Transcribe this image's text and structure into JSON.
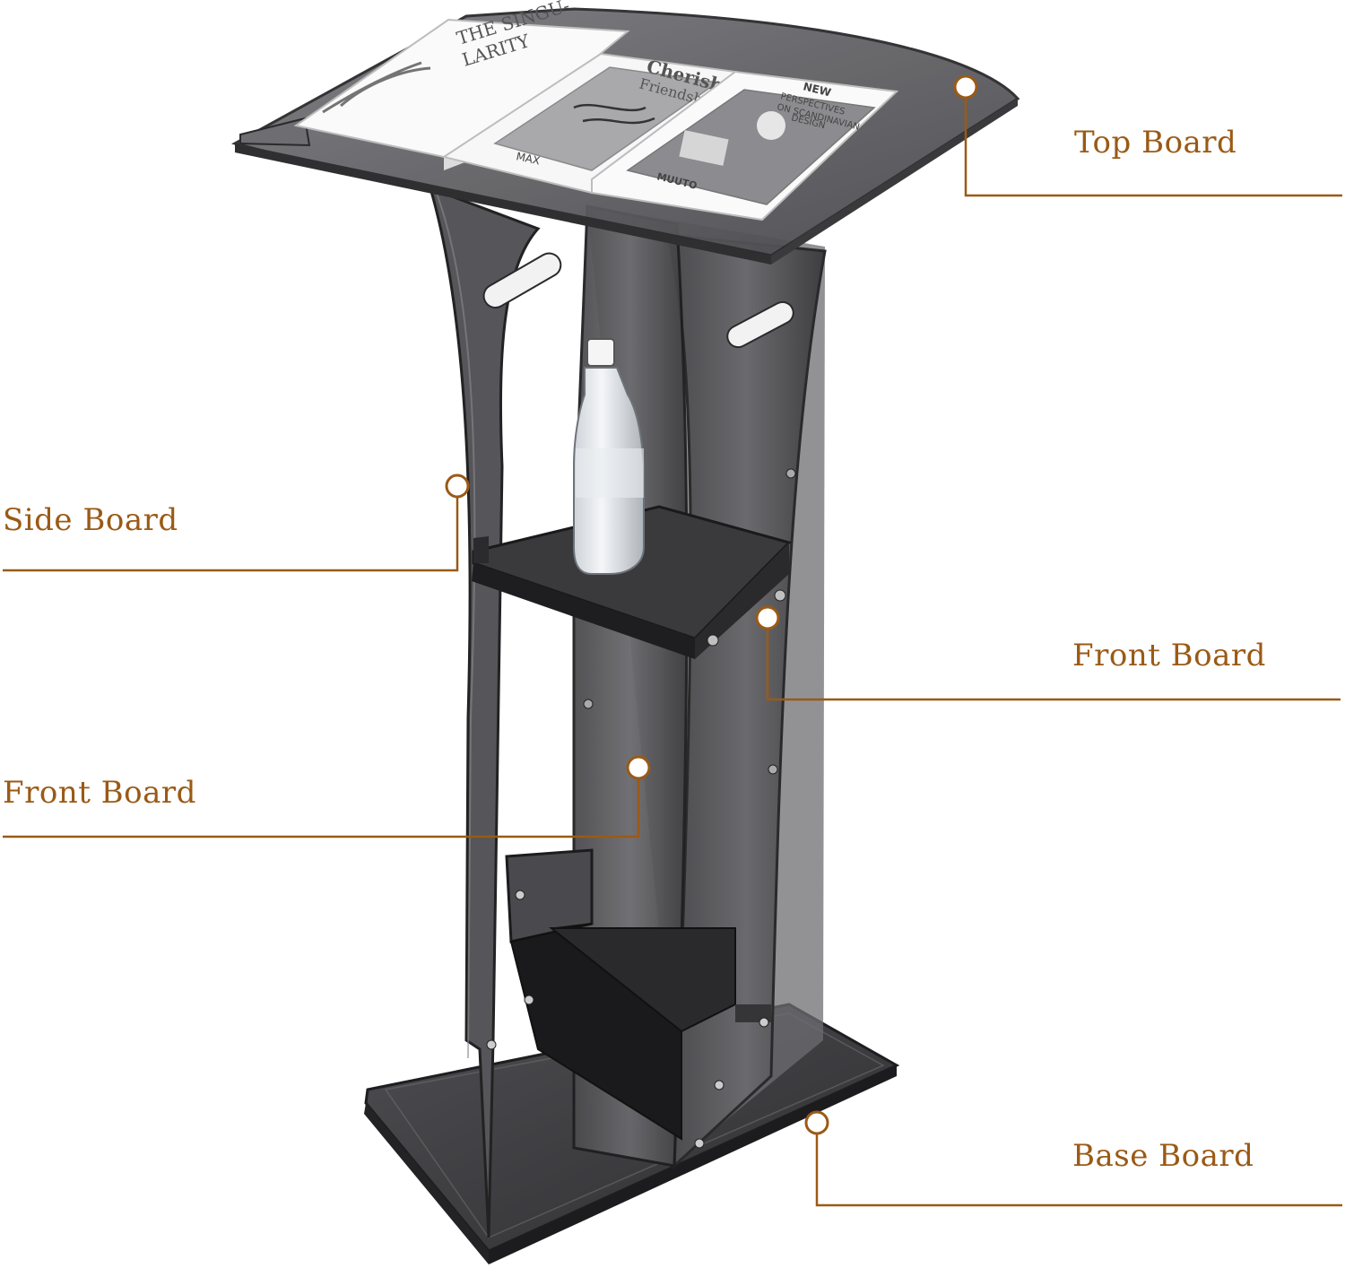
{
  "accent_color": "#9a5a16",
  "callouts": {
    "top_board": "Top Board",
    "side_board": "Side Board",
    "front_board_right": "Front Board",
    "front_board_left": "Front Board",
    "base_board": "Base Board"
  },
  "books": {
    "book1_title_line1": "THE SINGU-",
    "book1_title_line2": "LARITY",
    "book2_title_line1": "Cherish",
    "book2_title_line2": "Friendship",
    "book2_footer": "MAX",
    "book3_title_line1": "NEW",
    "book3_title_line2": "PERSPECTIVES",
    "book3_title_line3": "ON SCANDINAVIAN",
    "book3_title_line4": "DESIGN",
    "book3_footer": "MUUTO"
  }
}
